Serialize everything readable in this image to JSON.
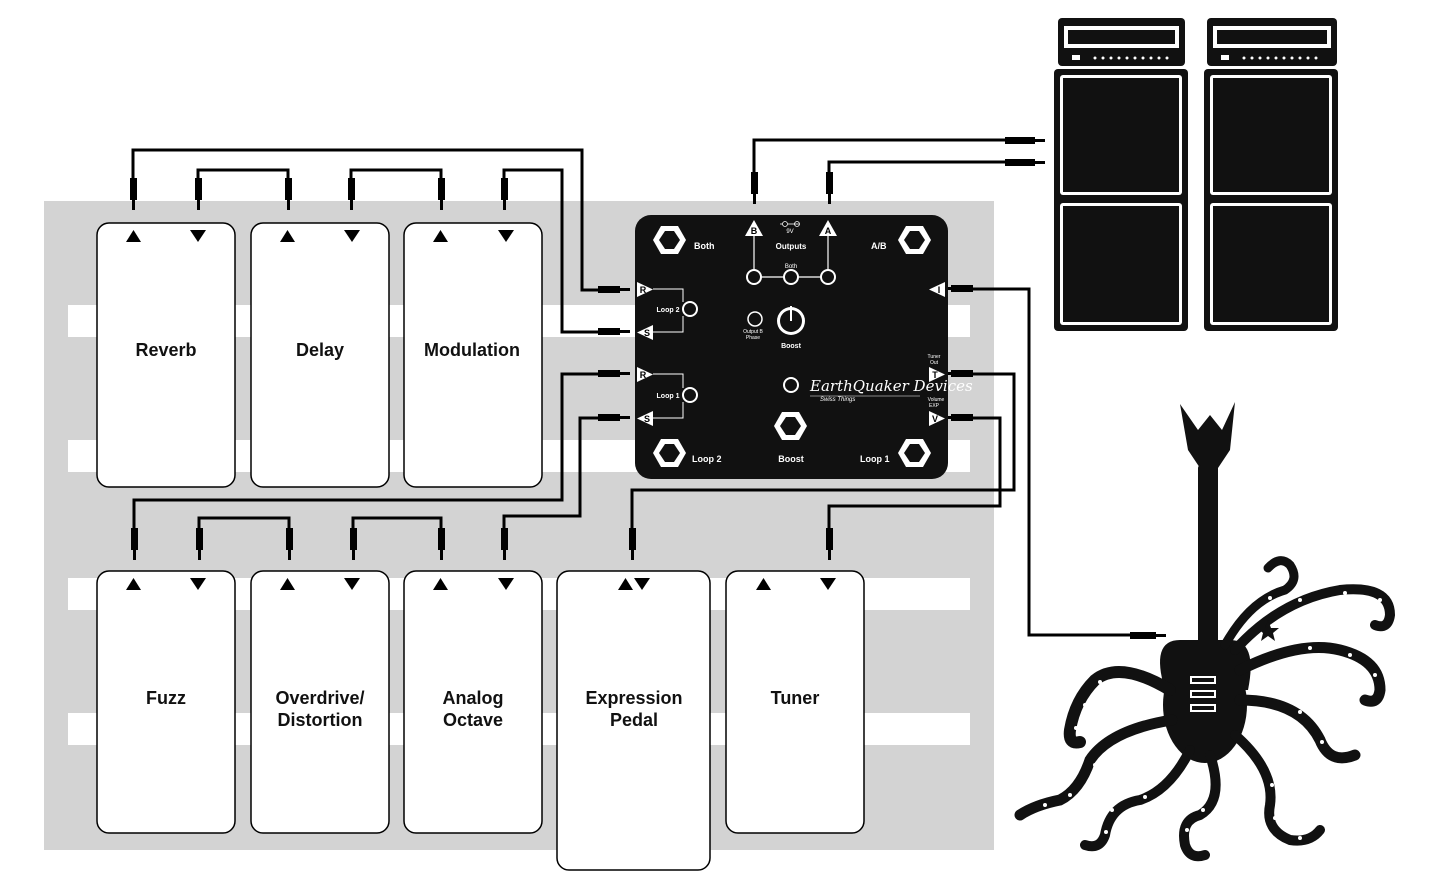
{
  "pedals": {
    "reverb": "Reverb",
    "delay": "Delay",
    "modulation": "Modulation",
    "fuzz": "Fuzz",
    "overdrive_1": "Overdrive/",
    "overdrive_2": "Distortion",
    "octave_1": "Analog",
    "octave_2": "Octave",
    "expression_1": "Expression",
    "expression_2": "Pedal",
    "tuner": "Tuner"
  },
  "switcher": {
    "both": "Both",
    "ab": "A/B",
    "outputs": "Outputs",
    "outputs_both": "Both",
    "power": "9V",
    "jack_b": "B",
    "jack_a": "A",
    "jack_r": "R",
    "jack_s": "S",
    "jack_i": "I",
    "jack_t": "T",
    "jack_v": "V",
    "loop2_knob": "Loop 2",
    "loop1_knob": "Loop 1",
    "output_b_phase_1": "Output B",
    "output_b_phase_2": "Phase",
    "boost_knob": "Boost",
    "tuner_out_1": "Tuner",
    "tuner_out_2": "Out",
    "volume_exp_1": "Volume",
    "volume_exp_2": "EXP",
    "brand": "EarthQuaker Devices",
    "model": "Swiss Things",
    "loop2_switch": "Loop 2",
    "boost_switch": "Boost",
    "loop1_switch": "Loop 1"
  },
  "colors": {
    "board": "#d3d3d3",
    "switcher": "#111111",
    "cable": "#000000"
  }
}
